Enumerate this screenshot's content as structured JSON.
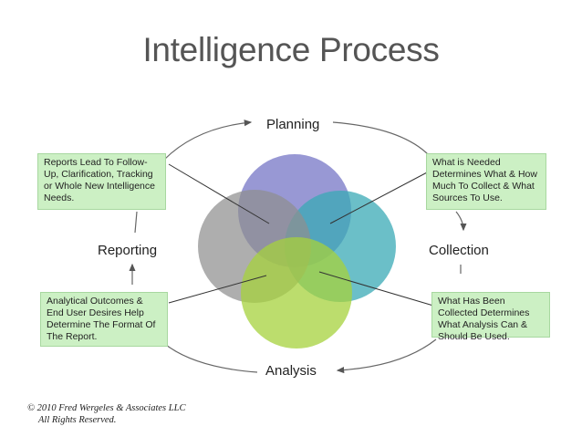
{
  "title": "Intelligence Process",
  "stages": {
    "planning": "Planning",
    "collection": "Collection",
    "analysis": "Analysis",
    "reporting": "Reporting"
  },
  "notes": {
    "top_left": "Reports Lead To Follow-Up, Clarification, Tracking or Whole New Intelligence Needs.",
    "top_right": "What is Needed Determines What & How Much To Collect & What Sources To Use.",
    "bottom_left": "Analytical Outcomes & End User Desires Help Determine The Format Of The Report.",
    "bottom_right": "What Has Been Collected Determines What Analysis Can & Should Be Used."
  },
  "copyright": {
    "line1": "©  2010 Fred Wergeles & Associates LLC",
    "line2": "All Rights Reserved."
  },
  "colors": {
    "planning_circle": "#7b7bc8",
    "collection_circle": "#3aaab5",
    "analysis_circle": "#a6d23c",
    "reporting_circle": "#8f8f8f",
    "note_fill": "#ccf0c4",
    "arrow": "#555555"
  }
}
